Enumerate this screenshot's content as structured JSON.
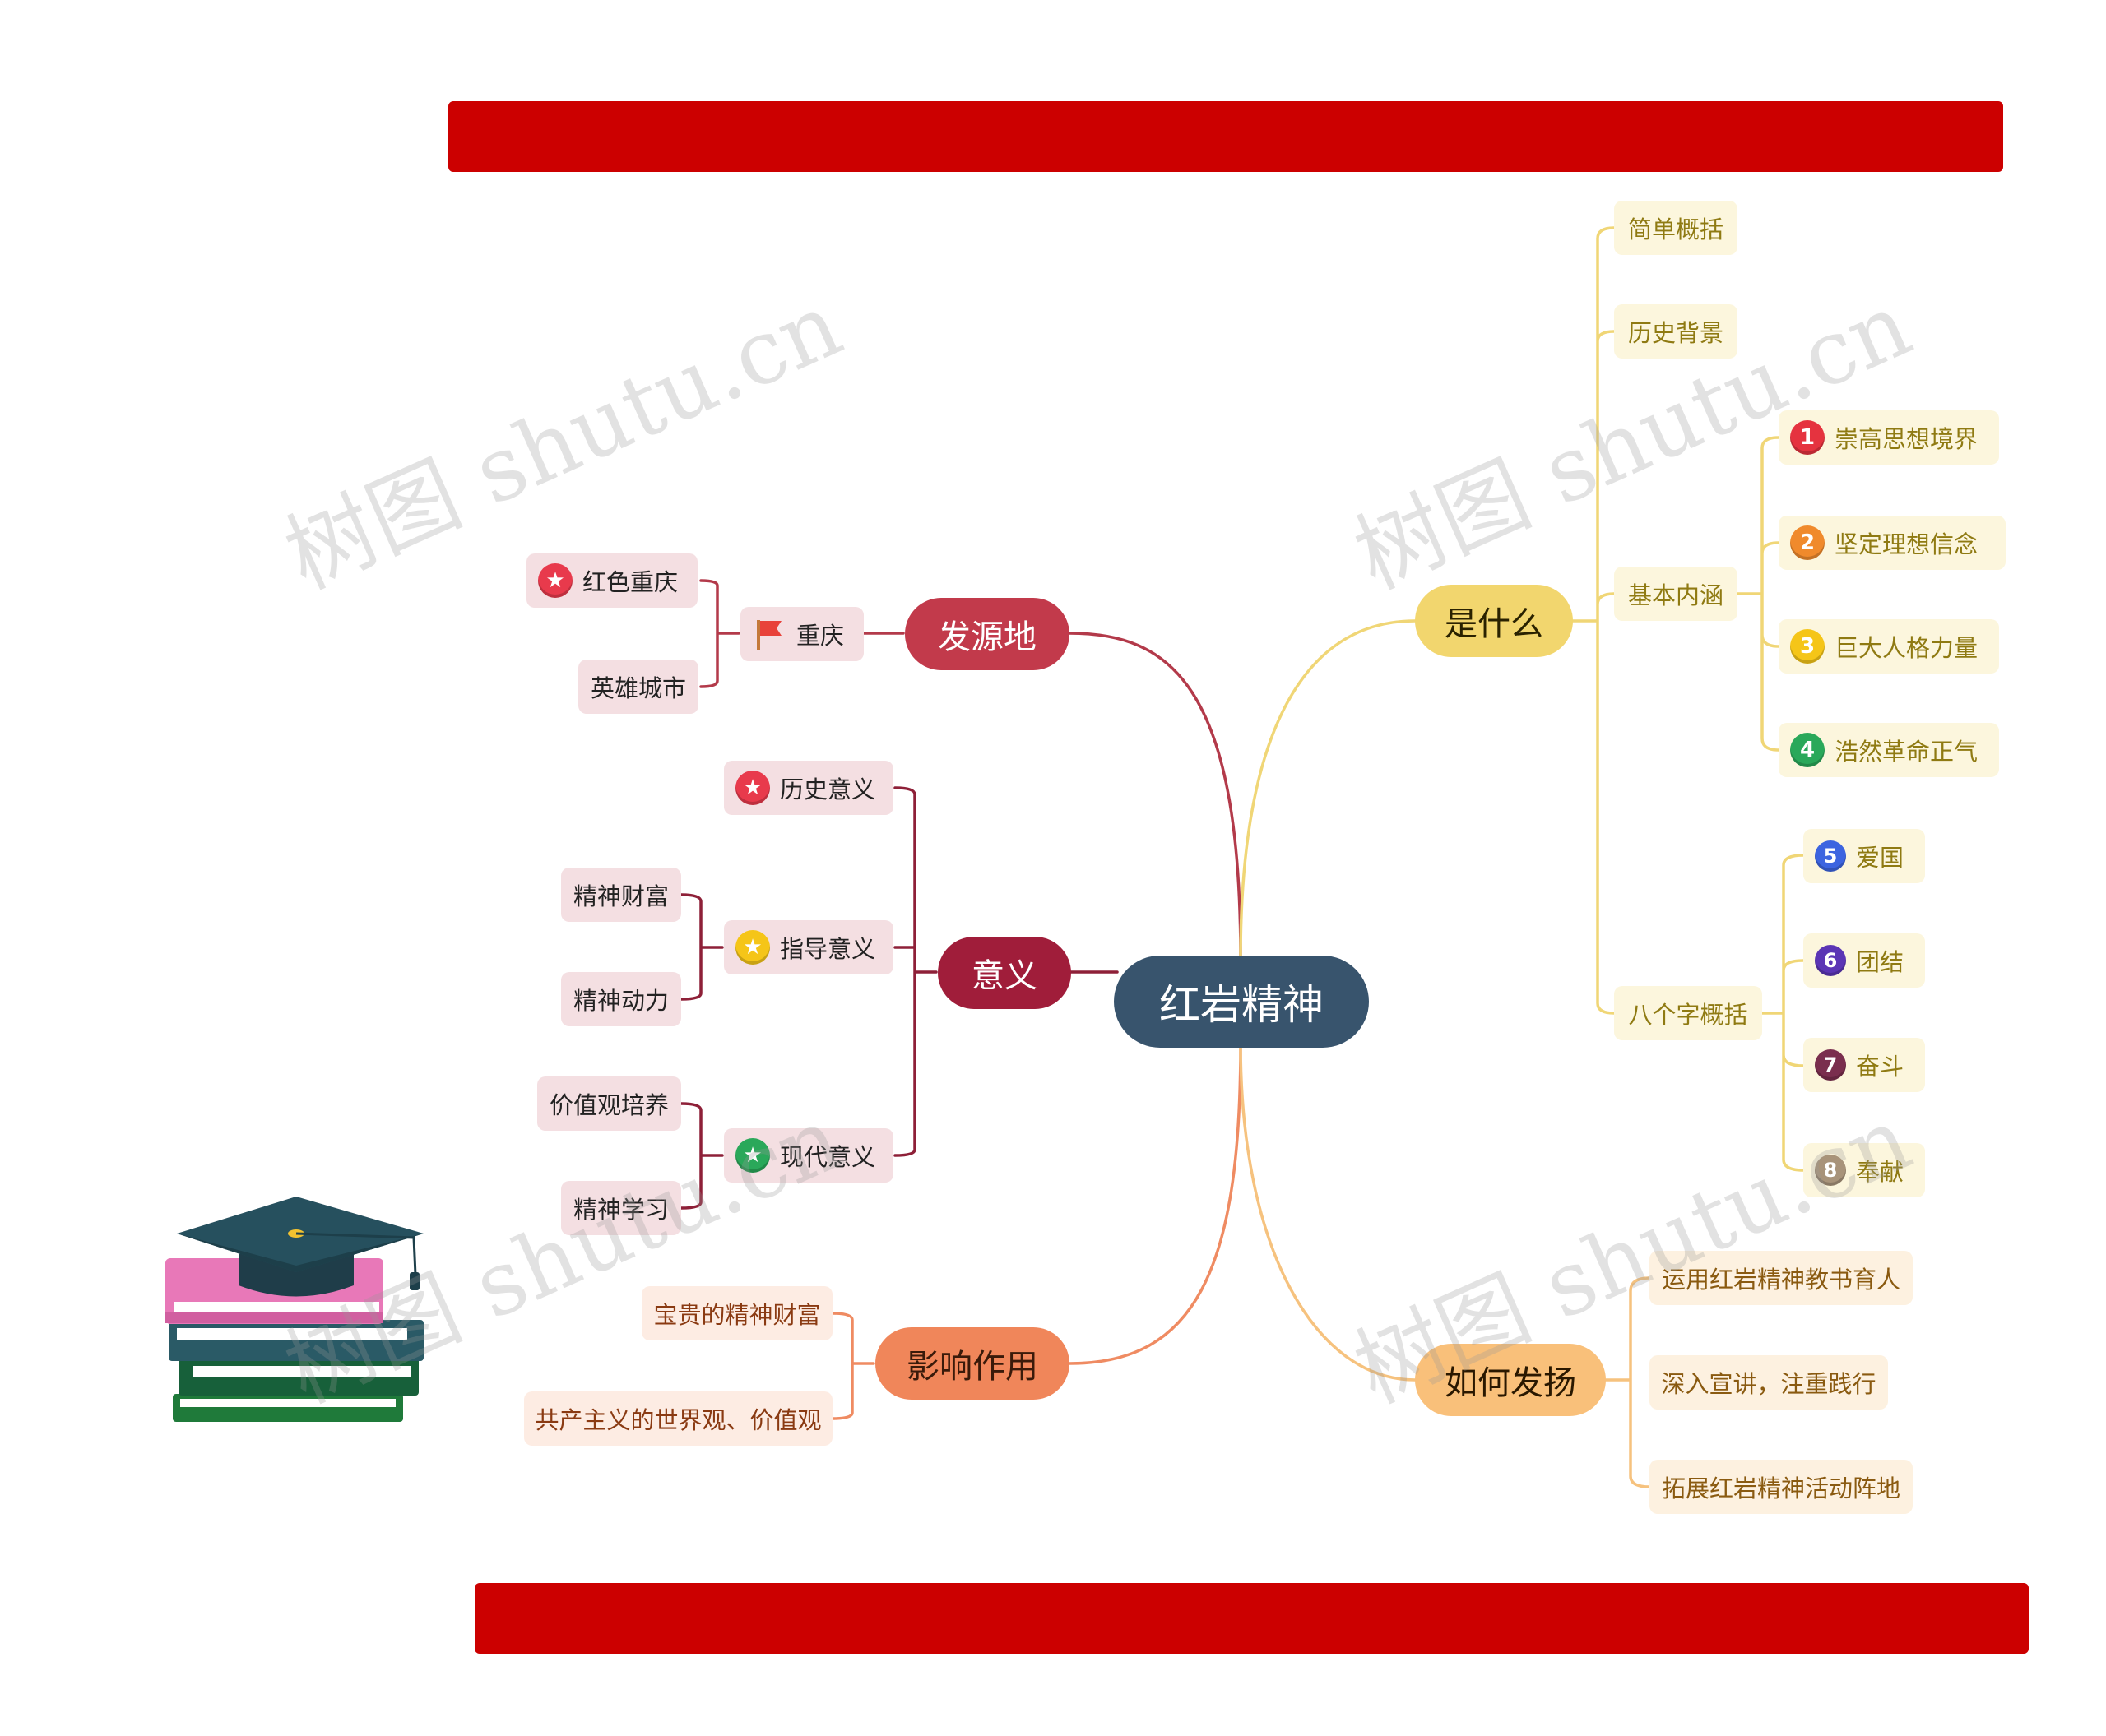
{
  "root": "红岩精神",
  "branches": {
    "origin": {
      "label": "发源地",
      "child": "重庆",
      "leaves": [
        "红色重庆",
        "英雄城市"
      ]
    },
    "meaning": {
      "label": "意义",
      "children": [
        "历史意义",
        "指导意义",
        "现代意义"
      ],
      "guidance_leaves": [
        "精神财富",
        "精神动力"
      ],
      "modern_leaves": [
        "价值观培养",
        "精神学习"
      ]
    },
    "influence": {
      "label": "影响作用",
      "leaves": [
        "宝贵的精神财富",
        "共产主义的世界观、价值观"
      ]
    },
    "what": {
      "label": "是什么",
      "children": [
        "简单概括",
        "历史背景",
        "基本内涵",
        "八个字概括"
      ],
      "connotation": [
        {
          "num": "1",
          "label": "崇高思想境界"
        },
        {
          "num": "2",
          "label": "坚定理想信念"
        },
        {
          "num": "3",
          "label": "巨大人格力量"
        },
        {
          "num": "4",
          "label": "浩然革命正气"
        }
      ],
      "eight_chars": [
        {
          "num": "5",
          "label": "爱国"
        },
        {
          "num": "6",
          "label": "团结"
        },
        {
          "num": "7",
          "label": "奋斗"
        },
        {
          "num": "8",
          "label": "奉献"
        }
      ]
    },
    "promote": {
      "label": "如何发扬",
      "leaves": [
        "运用红岩精神教书育人",
        "深入宣讲，注重践行",
        "拓展红岩精神活动阵地"
      ]
    }
  },
  "watermark": "树图 shutu.cn",
  "colors": {
    "banner": "#cc0000",
    "root": "#38546d",
    "origin": "#c23a4b",
    "meaning": "#a01d3a",
    "influence": "#f0865a",
    "what": "#f2d66e",
    "promote": "#f9c07a"
  }
}
